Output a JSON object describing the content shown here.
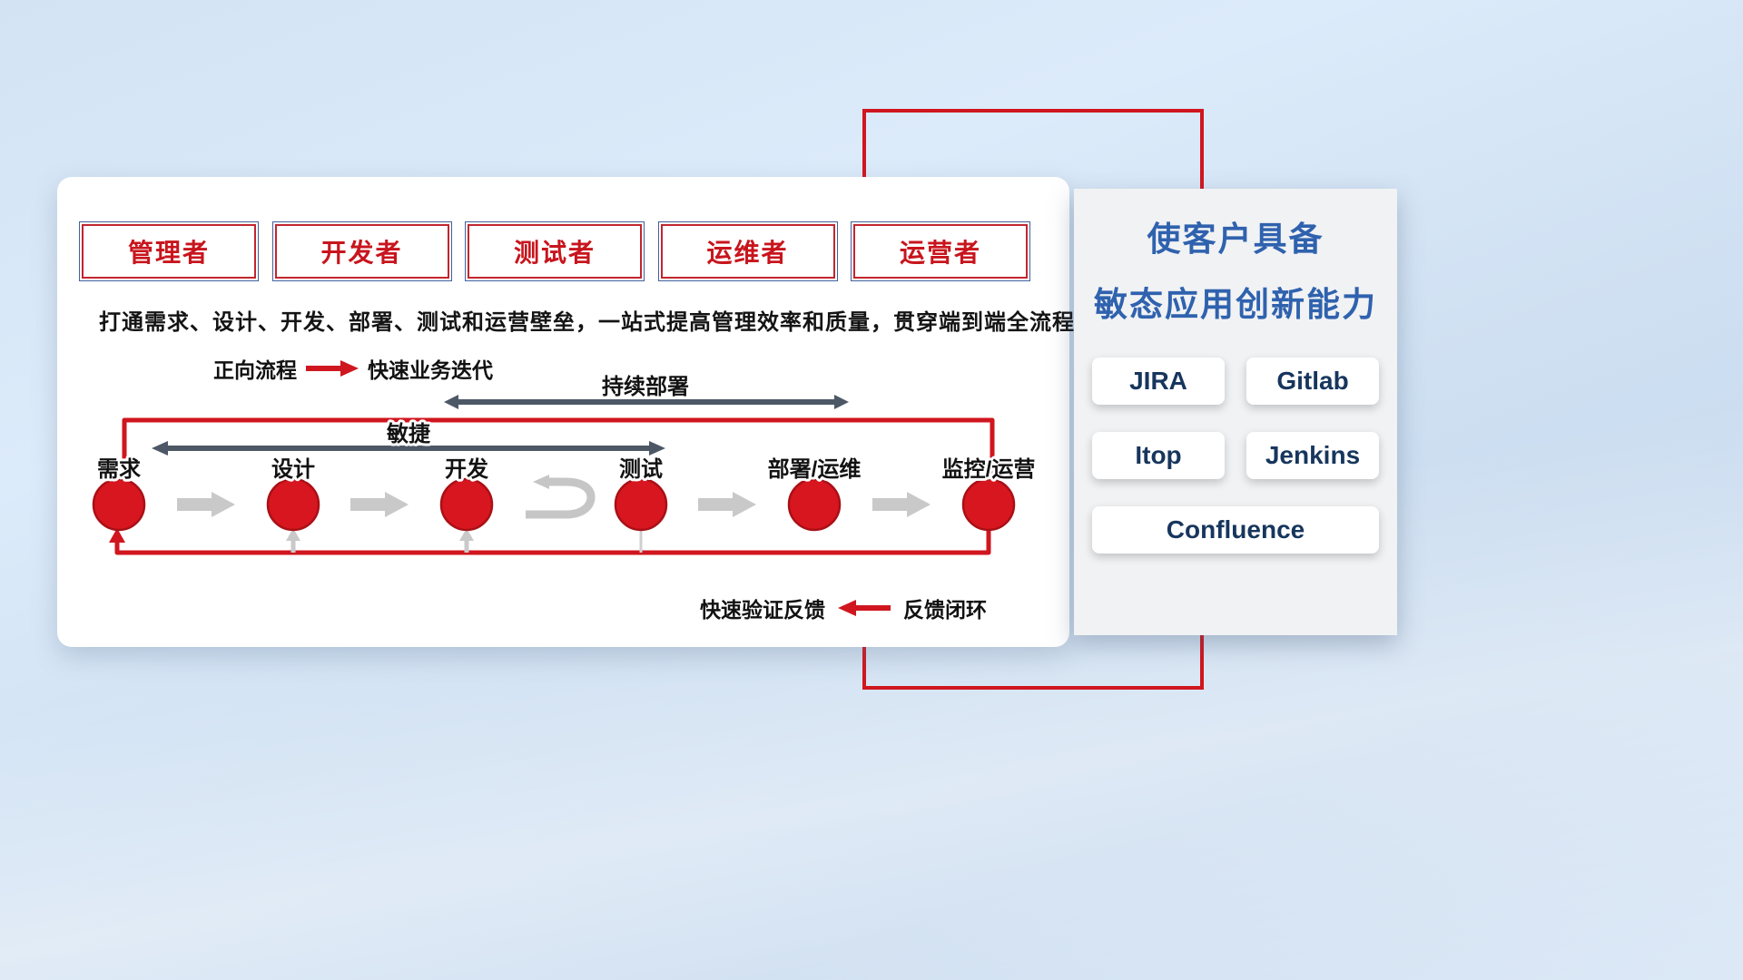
{
  "panel": {
    "roles": [
      "管理者",
      "开发者",
      "测试者",
      "运维者",
      "运营者"
    ],
    "subtitle": "打通需求、设计、开发、部署、测试和运营壁垒，一站式提高管理效率和质量，贯穿端到端全流程",
    "forward_legend": {
      "label": "正向流程",
      "desc": "快速业务迭代"
    },
    "span_arrows": {
      "continuous_deploy": "持续部署",
      "agile": "敏捷"
    },
    "stages": [
      "需求",
      "设计",
      "开发",
      "测试",
      "部署/运维",
      "监控/运营"
    ],
    "feedback_legend": {
      "desc": "快速验证反馈",
      "label": "反馈闭环"
    }
  },
  "side_panel": {
    "title_line1": "使客户具备",
    "title_line2": "敏态应用创新能力",
    "tools": [
      "JIRA",
      "Gitlab",
      "Itop",
      "Jenkins",
      "Confluence"
    ]
  },
  "colors": {
    "red": "#d0161e",
    "title_blue": "#2f62ae",
    "tool_navy": "#17365d",
    "dark_arrow": "#4d5866",
    "gray_arrow": "#c9c9c9"
  }
}
